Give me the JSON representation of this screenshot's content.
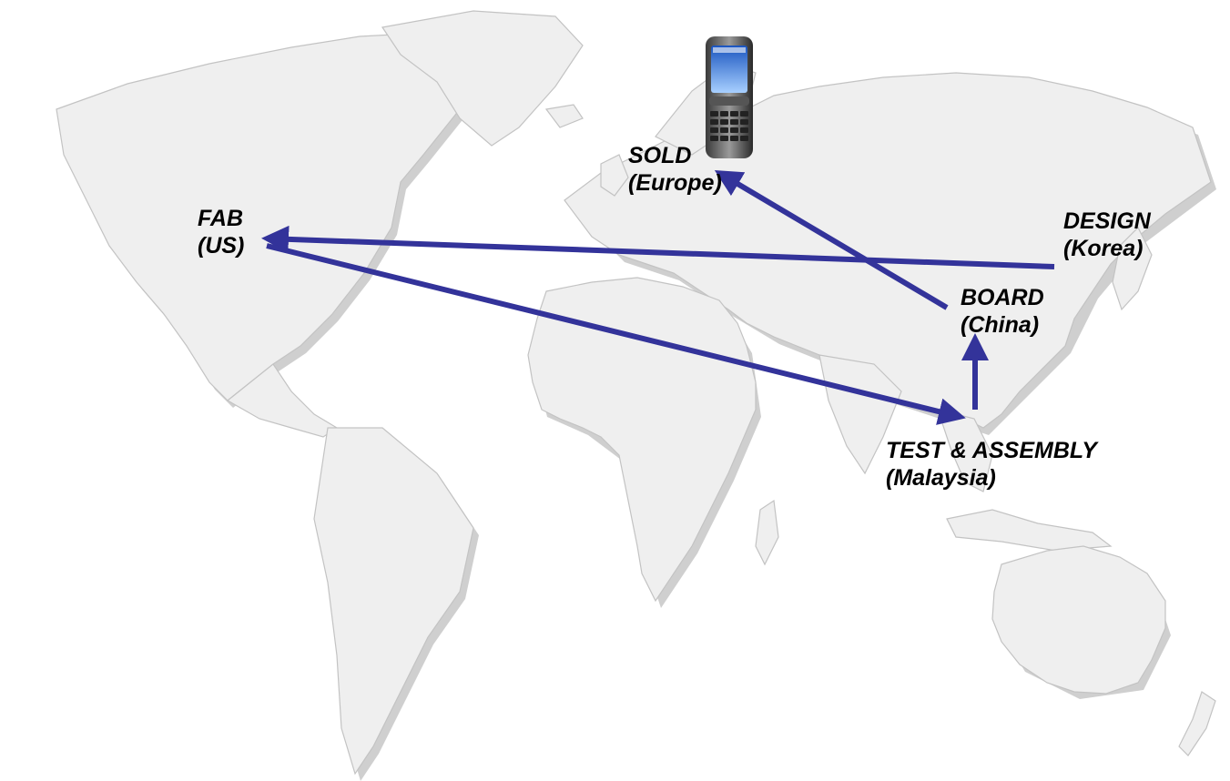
{
  "locations": {
    "fab": {
      "stage": "FAB",
      "region": "(US)"
    },
    "sold": {
      "stage": "SOLD",
      "region": "(Europe)"
    },
    "design": {
      "stage": "DESIGN",
      "region": "(Korea)"
    },
    "board": {
      "stage": "BOARD",
      "region": "(China)"
    },
    "test": {
      "stage": "TEST & ASSEMBLY",
      "region": "(Malaysia)"
    }
  },
  "routes": [
    {
      "from": "design",
      "to": "fab"
    },
    {
      "from": "fab",
      "to": "test"
    },
    {
      "from": "test",
      "to": "board"
    },
    {
      "from": "board",
      "to": "sold"
    }
  ],
  "colors": {
    "route": "#33339a",
    "land": "#efefef",
    "land_border": "#c3c3c3"
  },
  "icons": [
    "smartphone-icon"
  ]
}
